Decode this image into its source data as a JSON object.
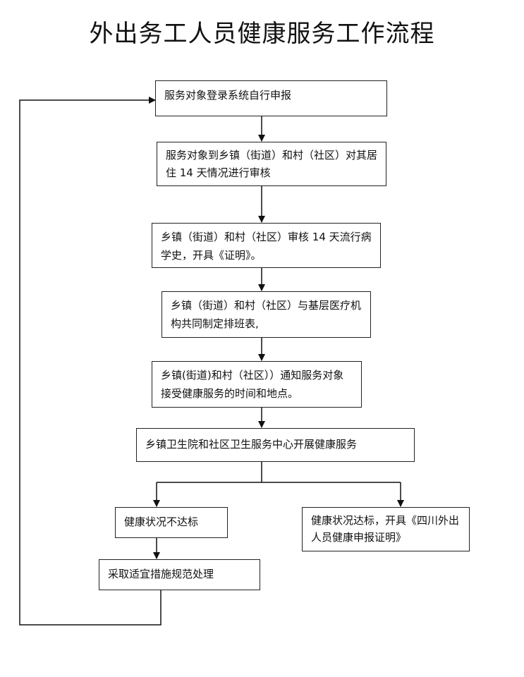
{
  "title": "外出务工人员健康服务工作流程",
  "steps": [
    {
      "id": "s1",
      "text": "服务对象登录系统自行申报"
    },
    {
      "id": "s2",
      "text": "服务对象到乡镇（街道）和村（社区）对其居住 14 天情况进行审核"
    },
    {
      "id": "s3",
      "text": "乡镇（街道）和村（社区）审核 14 天流行病学史，开具《证明》。"
    },
    {
      "id": "s4",
      "text": "乡镇（街道）和村（社区）与基层医疗机构共同制定排班表,"
    },
    {
      "id": "s5",
      "text": "乡镇(街道)和村（社区））通知服务对象接受健康服务的时间和地点。"
    },
    {
      "id": "s6",
      "text": "乡镇卫生院和社区卫生服务中心开展健康服务"
    },
    {
      "id": "s7",
      "text": "健康状况不达标"
    },
    {
      "id": "s8",
      "text": "健康状况达标，开具《四川外出人员健康申报证明》"
    },
    {
      "id": "s9",
      "text": "采取适宜措施规范处理"
    }
  ]
}
